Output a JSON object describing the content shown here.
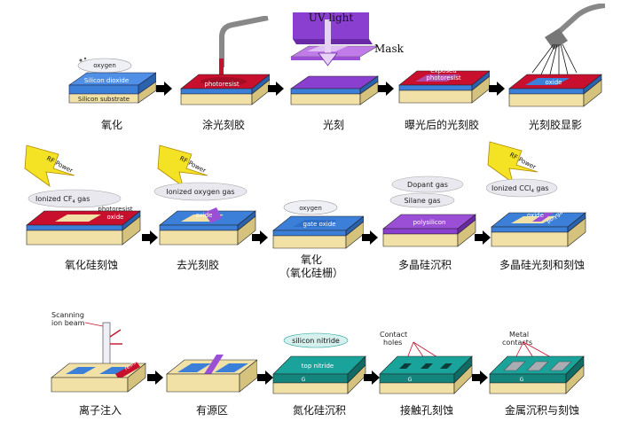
{
  "row1": {
    "labels": {
      "oxygen": "oxygen",
      "silicon_dioxide": "Silicon dioxide",
      "silicon_substrate": "Silicon substrate",
      "photoresist": "photoresist",
      "uv_light": "UV light",
      "mask": "Mask",
      "exposed_photoresist_1": "exposed",
      "exposed_photoresist_2": "photoresist",
      "oxide": "oxide"
    },
    "captions": [
      "氧化",
      "涂光刻胶",
      "光刻",
      "曝光后的光刻胶",
      "光刻胶显影"
    ]
  },
  "row2": {
    "labels": {
      "rf_power": "RF Power",
      "ionized_cf4_gas": "Ionized CF",
      "cf4_subscript": "4",
      "gas_suffix": " gas",
      "photoresist": "photoresist",
      "oxide": "oxide",
      "ionized_oxygen_gas": "Ionized oxygen gas",
      "oxygen": "oxygen",
      "gate_oxide": "gate oxide",
      "dopant_gas": "Dopant gas",
      "silane_gas": "Silane gas",
      "polysilicon": "polysilicon",
      "ionized_ccl4_gas": "Ionized CCl",
      "ccl4_subscript": "4",
      "polygate": "polygate"
    },
    "captions": [
      "氧化硅刻蚀",
      "去光刻胶",
      "氧化",
      "多晶硅沉积",
      "多晶硅光刻和刻蚀"
    ],
    "caption3_line2": "（氧化硅栅）"
  },
  "row3": {
    "labels": {
      "scanning": "Scanning",
      "ion_beam": "ion beam",
      "resist": "resist",
      "silicon_nitride": "silicon nitride",
      "top_nitride": "top nitride",
      "contact_holes_1": "Contact",
      "contact_holes_2": "holes",
      "metal_contacts_1": "Metal",
      "metal_contacts_2": "contacts",
      "g": "G"
    },
    "captions": [
      "离子注入",
      "有源区",
      "氮化硅沉积",
      "接触孔刻蚀",
      "金属沉积与刻蚀"
    ]
  },
  "colors": {
    "oxide_blue": "#3b7fd9",
    "substrate_tan": "#f1e1a6",
    "resist_red": "#c8102e",
    "uv_purple": "#9b4fd6",
    "nitride_teal": "#1aa39a",
    "rf_yellow": "#f4e224",
    "cloud_gray": "#e8e8ee"
  }
}
